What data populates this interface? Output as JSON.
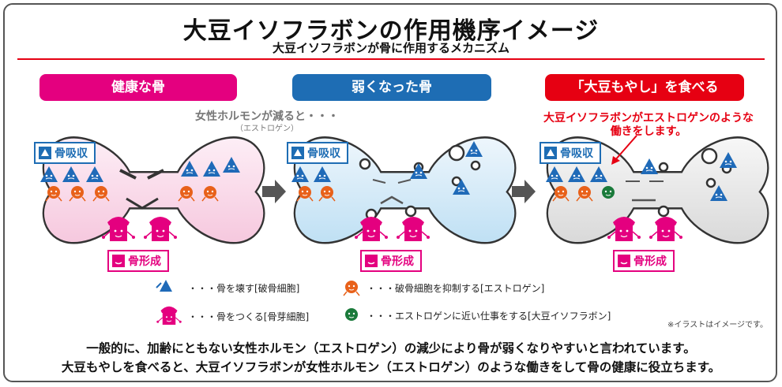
{
  "title": "大豆イソフラボンの作用機序イメージ",
  "subtitle": "大豆イソフラボンが骨に作用するメカニズム",
  "panels": [
    {
      "header": "健康な骨",
      "color": "#e4007f"
    },
    {
      "header": "弱くなった骨",
      "color": "#1e6db4"
    },
    {
      "header": "「大豆もやし」を食べると・・・",
      "color": "#e60012"
    }
  ],
  "labels": {
    "resorption": "骨吸収",
    "formation": "骨形成"
  },
  "note_hormone": {
    "main": "女性ホルモンが減ると・・・",
    "sub": "（エストロゲン）"
  },
  "note_isoflavone": {
    "line1": "大豆イソフラボンがエストロゲンのような",
    "line2": "働きをします。"
  },
  "legend": [
    {
      "icon": "osteoclast-icon",
      "text": "・・・骨を壊す[破骨細胞]"
    },
    {
      "icon": "osteoblast-icon",
      "text": "・・・骨をつくる[骨芽細胞]"
    },
    {
      "icon": "estrogen-icon",
      "text": "・・・破骨細胞を抑制する[エストロゲン]"
    },
    {
      "icon": "isoflavone-icon",
      "text": "・・・エストロゲンに近い仕事をする[大豆イソフラボン]"
    }
  ],
  "disclaimer": "※イラストはイメージです。",
  "bottom_lines": [
    "一般的に、加齢にともない女性ホルモン（エストロゲン）の減少により骨が弱くなりやすいと言われています。",
    "大豆もやしを食べると、大豆イソフラボンが女性ホルモン（エストロゲン）のような働きをして骨の健康に役立ちます。"
  ],
  "colors": {
    "pink": "#e4007f",
    "blue": "#1e6db4",
    "red": "#e60012",
    "orange": "#e8611a",
    "green": "#1a7a3a",
    "triangle_blue": "#1f6ab8"
  }
}
